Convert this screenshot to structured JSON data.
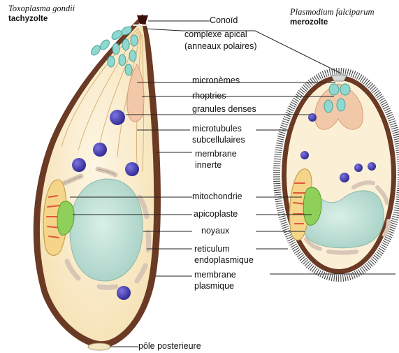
{
  "titles": {
    "left_species": "Toxoplasma gondii",
    "left_stage": "tachyzolte",
    "right_species": "Plasmodium falciparum",
    "right_stage": "merozolte"
  },
  "labels": {
    "conoid": "Conoïd",
    "apical_complex_1": "complexe apical",
    "apical_complex_2": "(anneaux polaires)",
    "micronemes": "micronèmes",
    "rhoptries": "rhoptries",
    "dense_granules": "granules denses",
    "microtubules_1": "microtubules",
    "microtubules_2": "subcellulaires",
    "inner_membrane_1": "membrane",
    "inner_membrane_2": "innerte",
    "mitochondria": "mitochondrie",
    "apicoplast": "apicoplaste",
    "nuclei": "noyaux",
    "er_1": "reticulum",
    "er_2": "endoplasmique",
    "plasma_membrane_1": "membrane",
    "plasma_membrane_2": "plasmique",
    "posterior_pole": "pôle posterieure"
  },
  "colors": {
    "cell_outline": "#6b3a24",
    "cytoplasm": "#fbf0d6",
    "nucleus": "#cde7df",
    "apicoplast": "#8fd05a",
    "organelle_purple": "#4b3fb8",
    "microneme": "#8fd8d0",
    "rhoptry": "#f2c9a8",
    "mitochondria": "#f5d58a",
    "er": "#d8c6b6"
  }
}
